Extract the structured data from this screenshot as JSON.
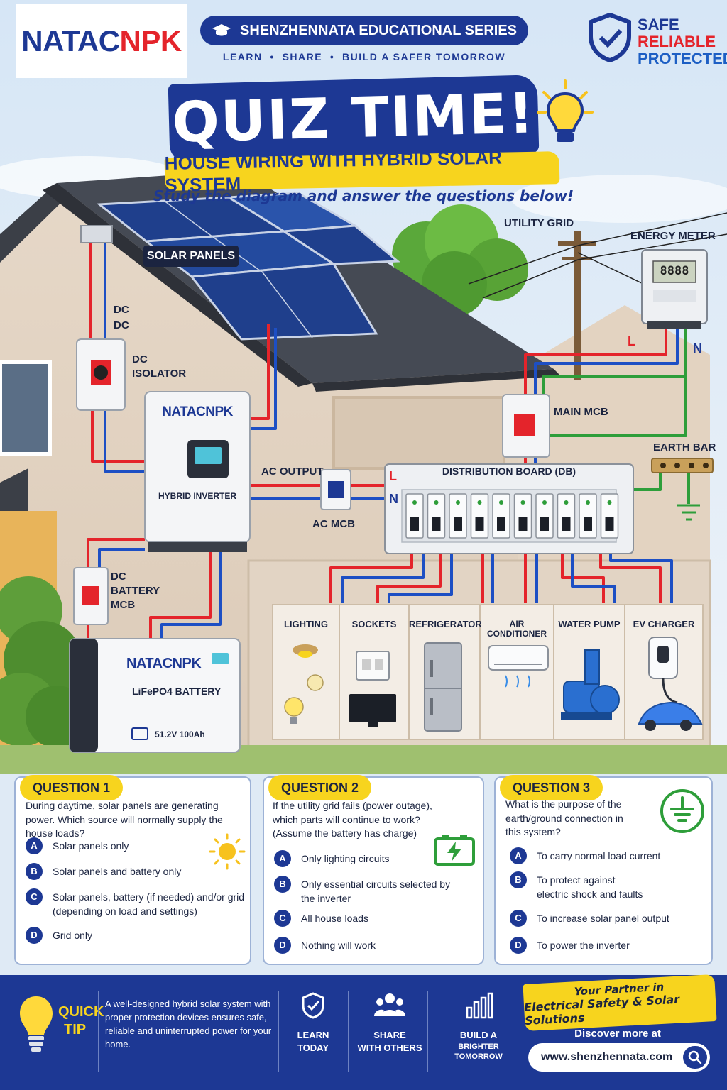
{
  "header": {
    "brand_main": "NATAC",
    "brand_end": "NPK",
    "series_title": "SHENZHENNATA EDUCATIONAL SERIES",
    "series_subtitle": "LEARN  •  SHARE  •  BUILD A SAFER TOMORROW",
    "badge": [
      "SAFE",
      "RELIABLE",
      "PROTECTED"
    ],
    "quiz_title": "QUIZ TIME!",
    "subtitle": "HOUSE WIRING WITH HYBRID SOLAR SYSTEM",
    "instruction": "Study the diagram and answer the questions below!"
  },
  "diagram": {
    "solar_panels": "SOLAR PANELS",
    "dc_1": "DC",
    "dc_2": "DC",
    "dc_isolator_1": "DC",
    "dc_isolator_2": "ISOLATOR",
    "inverter_brand": "NATACNPK",
    "hybrid_inverter": "HYBRID INVERTER",
    "ac_output": "AC OUTPUT",
    "ac_mcb": "AC MCB",
    "dc_battery_mcb": [
      "DC",
      "BATTERY",
      "MCB"
    ],
    "battery_brand": "NATACNPK",
    "battery_type": "LiFePO4 BATTERY",
    "battery_spec": "51.2V 100Ah",
    "utility_grid": "UTILITY GRID",
    "energy_meter": "ENERGY METER",
    "meter_reading": "8888",
    "live": "L",
    "neutral": "N",
    "main_mcb": "MAIN MCB",
    "earth_bar": "EARTH BAR",
    "distribution_board": "DISTRIBUTION BOARD (DB)",
    "db_live": "L",
    "db_neutral": "N",
    "loads": [
      "LIGHTING",
      "SOCKETS",
      "REFRIGERATOR",
      "AIR CONDITIONER",
      "WATER PUMP",
      "EV CHARGER"
    ]
  },
  "questions": [
    {
      "tag": "QUESTION 1",
      "text": "During daytime, solar panels are generating power. Which source will normally supply the house loads?",
      "options": [
        {
          "letter": "A",
          "text": "Solar panels only"
        },
        {
          "letter": "B",
          "text": "Solar panels and battery only"
        },
        {
          "letter": "C",
          "text": "Solar panels, battery (if needed)  and/or grid (depending on load and settings)"
        },
        {
          "letter": "D",
          "text": "Grid only"
        }
      ]
    },
    {
      "tag": "QUESTION 2",
      "text": "If the utility grid fails (power outage), which parts will continue to work? (Assume the battery has charge)",
      "options": [
        {
          "letter": "A",
          "text": "Only lighting circuits"
        },
        {
          "letter": "B",
          "text": "Only essential circuits selected by the inverter"
        },
        {
          "letter": "C",
          "text": "All house loads"
        },
        {
          "letter": "D",
          "text": "Nothing will work"
        }
      ]
    },
    {
      "tag": "QUESTION 3",
      "text": "What is the purpose of the earth/ground connection in this system?",
      "options": [
        {
          "letter": "A",
          "text": "To carry normal load current"
        },
        {
          "letter": "B",
          "text": "To protect against electric shock and faults"
        },
        {
          "letter": "C",
          "text": "To increase solar panel output"
        },
        {
          "letter": "D",
          "text": "To power the inverter"
        }
      ]
    }
  ],
  "footer": {
    "quick": "QUICK",
    "tip": "TIP",
    "tip_text": "A well-designed hybrid solar system with proper protection devices ensures safe, reliable and uninterrupted power for your home.",
    "learn_1": "LEARN",
    "learn_2": "TODAY",
    "share_1": "SHARE",
    "share_2": "WITH OTHERS",
    "build_1": "BUILD A",
    "build_2": "BRIGHTER TOMORROW",
    "partner_1": "Your Partner in",
    "partner_2": "Electrical Safety & Solar Solutions",
    "discover": "Discover more at",
    "url": "www.shenzhennata.com"
  },
  "colors": {
    "navy": "#1d3894",
    "red": "#e4242b",
    "yellow": "#f7d41e",
    "live_wire": "#e4242b",
    "neutral_wire": "#1d4fc4",
    "earth_wire": "#2e9e3a"
  }
}
